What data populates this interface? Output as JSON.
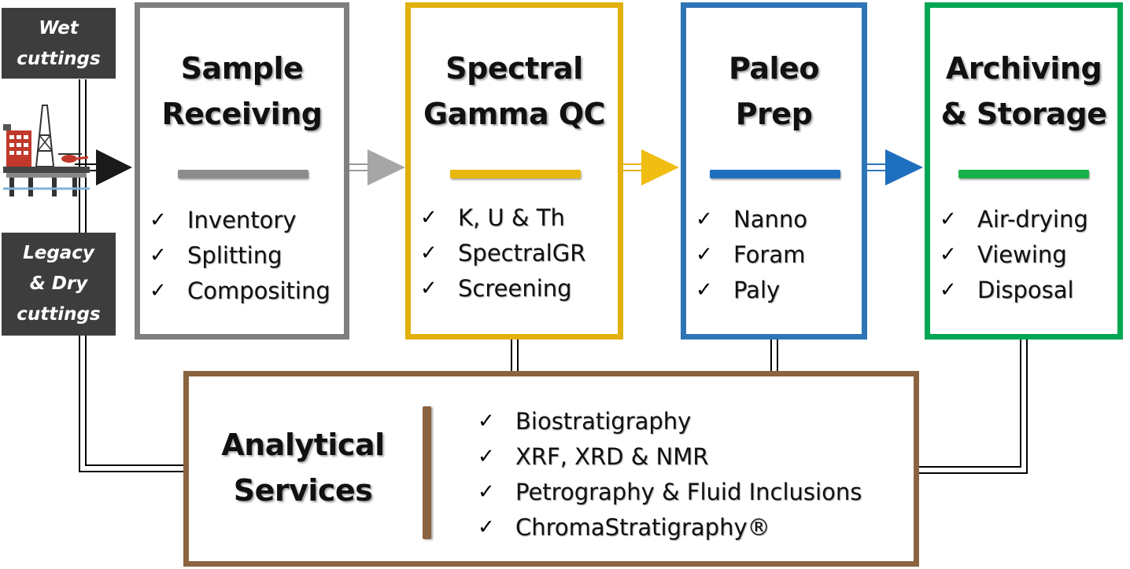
{
  "inputs": {
    "wet": "Wet\ncuttings",
    "legacy": "Legacy\n& Dry\ncuttings"
  },
  "stages": [
    {
      "title": "Sample\nReceiving",
      "items": [
        "Inventory",
        "Splitting",
        "Compositing"
      ],
      "color": "#7f7f7f"
    },
    {
      "title": "Spectral\nGamma QC",
      "items": [
        "K, U & Th",
        "SpectralGR",
        "Screening"
      ],
      "color": "#e2b00a"
    },
    {
      "title": "Paleo\nPrep",
      "items": [
        "Nanno",
        "Foram",
        "Paly"
      ],
      "color": "#2e75b6"
    },
    {
      "title": "Archiving\n& Storage",
      "items": [
        "Air-drying",
        "Viewing",
        "Disposal"
      ],
      "color": "#00a651"
    }
  ],
  "analytical": {
    "title": "Analytical\nServices",
    "items": [
      "Biostratigraphy",
      "XRF, XRD & NMR",
      "Petrography & Fluid Inclusions",
      "ChromaStratigraphy®"
    ],
    "color": "#8b6340"
  },
  "check_glyph": "✓",
  "icons": {
    "rig": "offshore-rig-icon"
  }
}
